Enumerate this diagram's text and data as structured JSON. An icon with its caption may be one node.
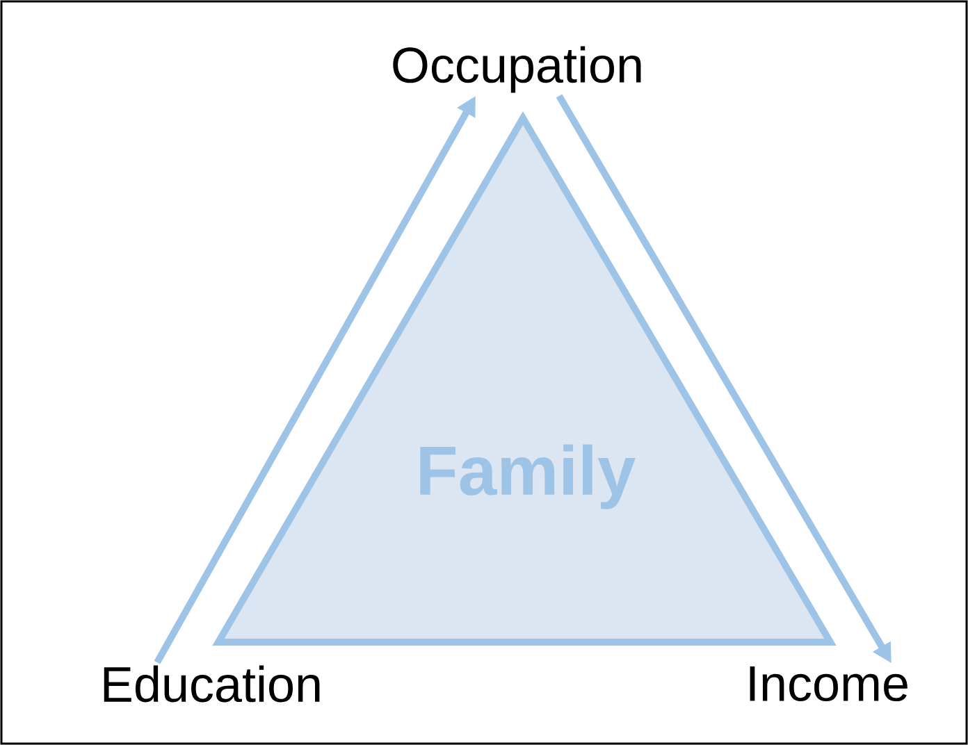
{
  "diagram": {
    "nodes": [
      {
        "text": [
          "Family"
        ]
      },
      {
        "text": [
          "Occupation"
        ]
      },
      {
        "text": [
          "Education"
        ]
      },
      {
        "text": [
          "Income"
        ]
      }
    ],
    "edges": [
      {
        "from": 2,
        "to": 1,
        "arrow": "to"
      },
      {
        "from": 1,
        "to": 3,
        "arrow": "to"
      }
    ]
  }
}
